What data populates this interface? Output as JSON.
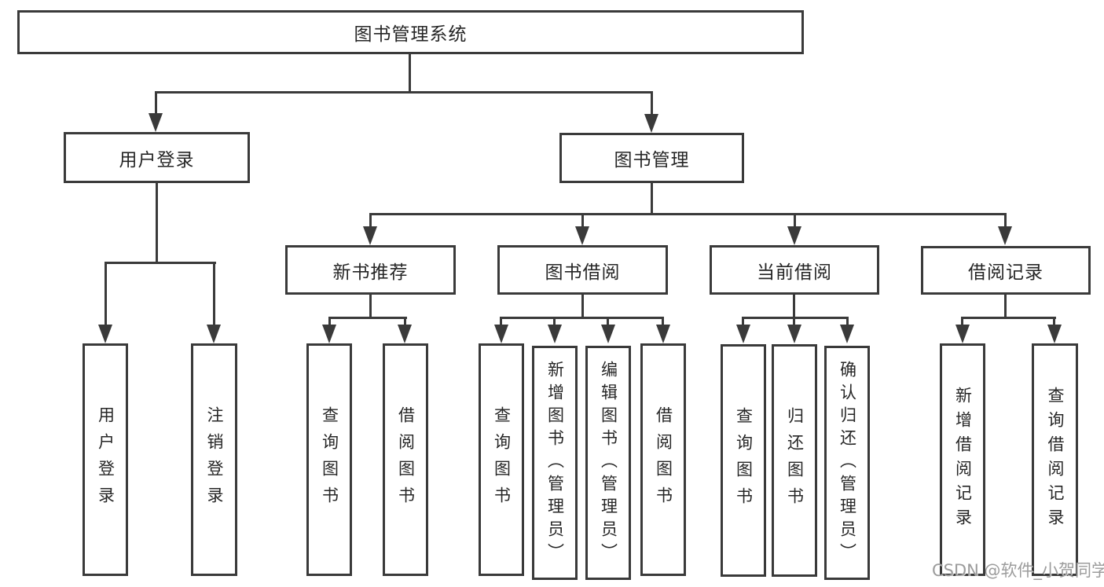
{
  "colors": {
    "line": "#3a3a3a",
    "text": "#262626",
    "watermark": "#9c9c9c",
    "background": "#ffffff"
  },
  "tree": {
    "root": "图书管理系统",
    "branches": [
      {
        "label": "用户登录",
        "children": [
          "用户登录",
          "注销登录"
        ]
      },
      {
        "label": "图书管理",
        "groups": [
          {
            "label": "新书推荐",
            "children": [
              "查询图书",
              "借阅图书"
            ]
          },
          {
            "label": "图书借阅",
            "children": [
              "查询图书",
              "新增图书（管理员）",
              "编辑图书（管理员）",
              "借阅图书"
            ]
          },
          {
            "label": "当前借阅",
            "children": [
              "查询图书",
              "归还图书",
              "确认归还（管理员）"
            ]
          },
          {
            "label": "借阅记录",
            "children": [
              "新增借阅记录",
              "查询借阅记录"
            ]
          }
        ]
      }
    ]
  },
  "watermark": {
    "text": "CSDN @软件_小贺同学"
  }
}
